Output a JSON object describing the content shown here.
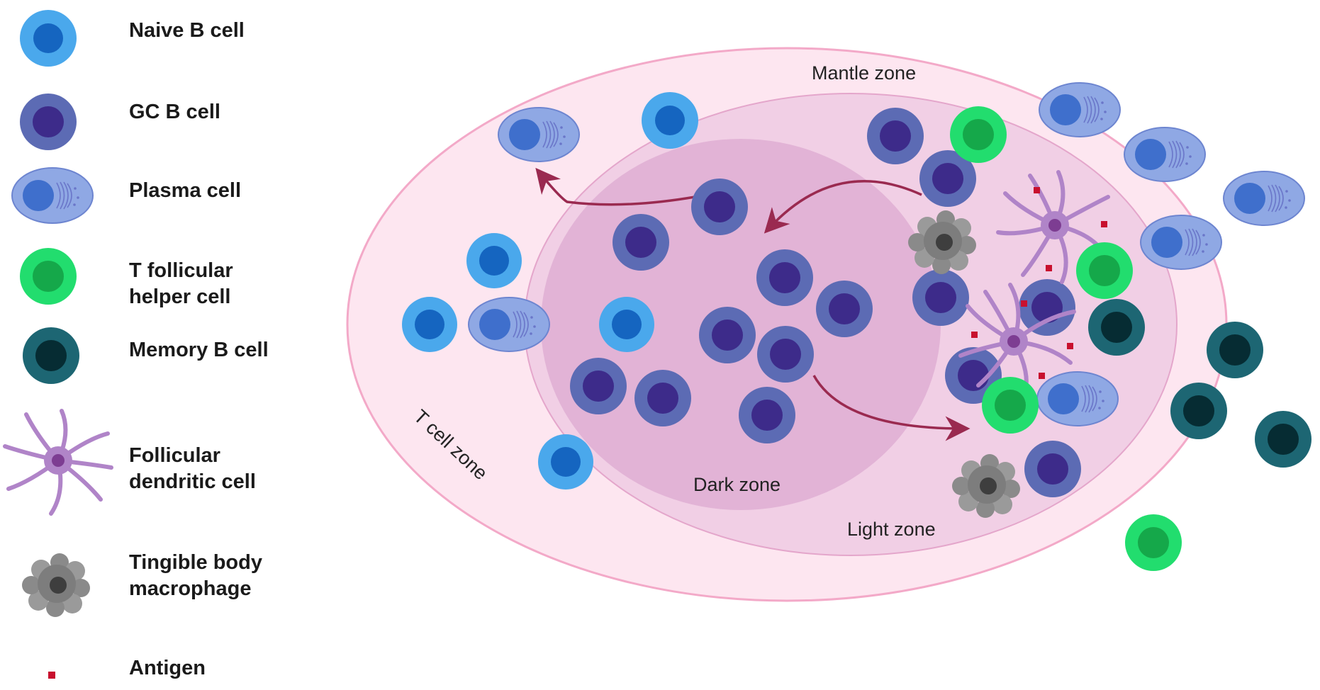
{
  "legend": {
    "items": [
      {
        "label": "Naive B cell",
        "icon": "naive-b-cell-icon"
      },
      {
        "label": "GC B cell",
        "icon": "gc-b-cell-icon"
      },
      {
        "label": "Plasma cell",
        "icon": "plasma-cell-icon"
      },
      {
        "label": "T follicular\nhelper cell",
        "icon": "t-follicular-helper-cell-icon"
      },
      {
        "label": "Memory B cell",
        "icon": "memory-b-cell-icon"
      },
      {
        "label": "Follicular\ndendritic cell",
        "icon": "follicular-dendritic-cell-icon"
      },
      {
        "label": "Tingible body\nmacrophage",
        "icon": "tingible-body-macrophage-icon"
      },
      {
        "label": "Antigen",
        "icon": "antigen-icon"
      }
    ]
  },
  "zones": {
    "mantle": "Mantle zone",
    "t_cell": "T cell zone",
    "dark": "Dark zone",
    "light": "Light zone"
  },
  "colors": {
    "naive_outer": "#4aa8ec",
    "naive_inner": "#1565c0",
    "gc_outer": "#5c6bb4",
    "gc_inner": "#3d2b8a",
    "plasma_outer": "#8fa8e4",
    "plasma_inner": "#3f6fcc",
    "tfh_outer": "#22dd6e",
    "tfh_inner": "#15a84a",
    "memory_outer": "#1d6673",
    "memory_inner": "#062c33",
    "fdc": "#b084c8",
    "macrophage": "#7d7d7d",
    "antigen": "#c8102e",
    "arrow": "#9a2a50",
    "mantle_fill": "#fde6f0",
    "light_fill": "#f1cfe5",
    "dark_fill": "#e2b3d6"
  }
}
